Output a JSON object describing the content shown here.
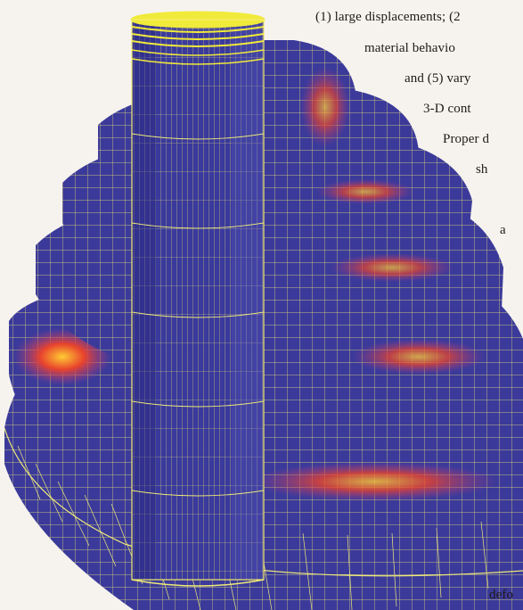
{
  "text_lines": [
    "(1) large displacements; (2",
    "material behavio",
    "and (5) vary",
    "3-D cont",
    "Proper d",
    "sh",
    "",
    "a",
    "defo"
  ],
  "figure": {
    "label": "deformed 3-D finite element mesh of a rubber boot with contour plot",
    "colors": {
      "mesh_fill": "#3b3a9a",
      "mesh_line": "#ede87a",
      "stress_high": "#e8432c",
      "stress_mid": "#b23c8a",
      "stress_peak": "#ffcc33",
      "background": "#f6f3ee"
    }
  }
}
